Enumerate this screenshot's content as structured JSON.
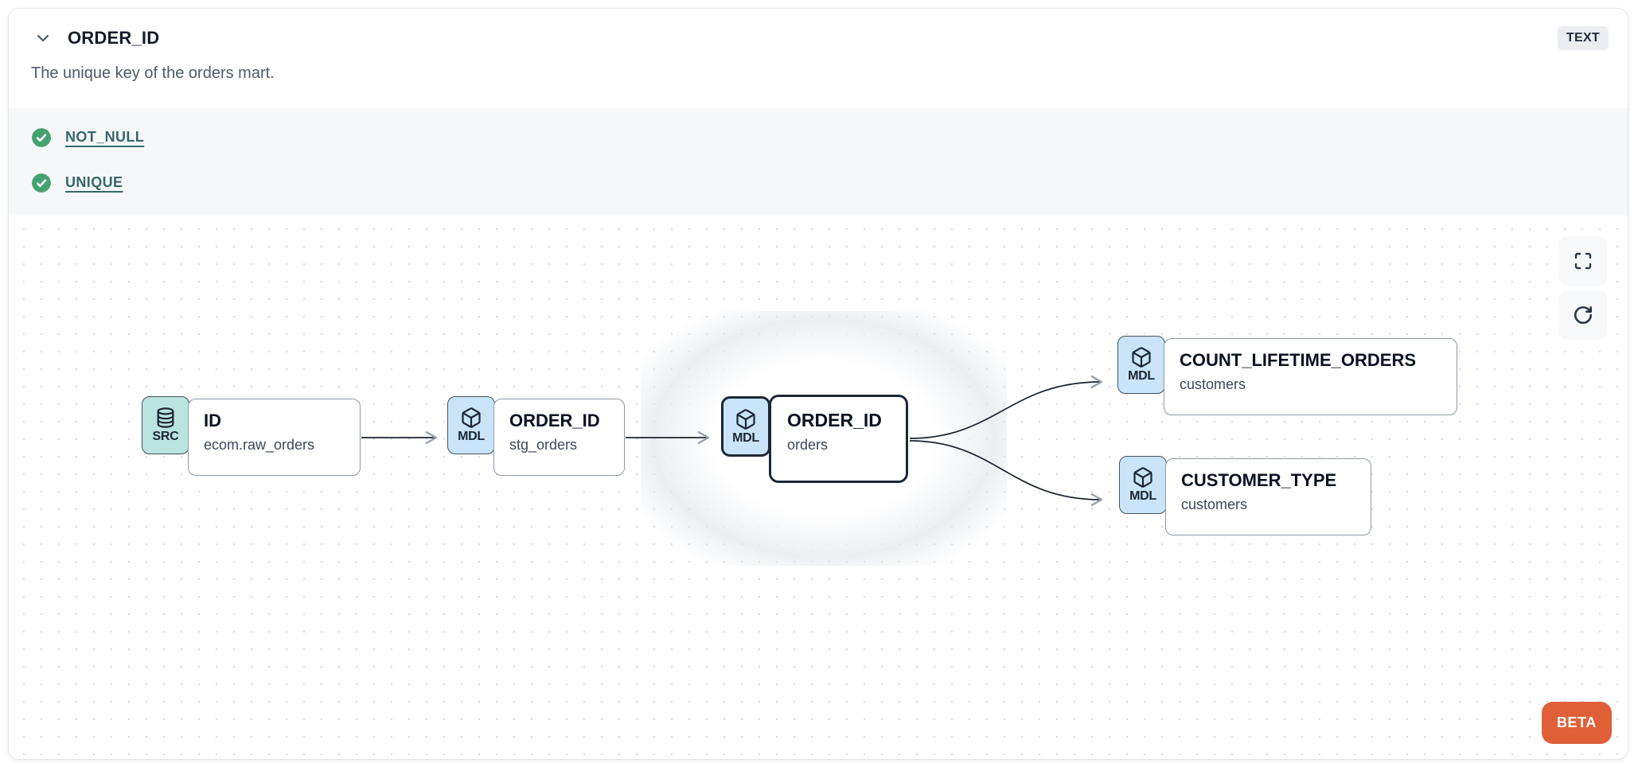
{
  "header": {
    "title": "ORDER_ID",
    "type_badge": "TEXT",
    "description": "The unique key of the orders mart."
  },
  "tests": {
    "items": [
      {
        "label": "NOT_NULL",
        "status": "pass",
        "icon": "check-circle-icon"
      },
      {
        "label": "UNIQUE",
        "status": "pass",
        "icon": "check-circle-icon"
      }
    ]
  },
  "lineage": {
    "beta_label": "BETA",
    "nodes": [
      {
        "id": "source",
        "badge": "SRC",
        "icon": "database-icon",
        "title": "ID",
        "subtitle": "ecom.raw_orders",
        "selected": false
      },
      {
        "id": "stg_orders",
        "badge": "MDL",
        "icon": "cube-icon",
        "title": "ORDER_ID",
        "subtitle": "stg_orders",
        "selected": false
      },
      {
        "id": "orders",
        "badge": "MDL",
        "icon": "cube-icon",
        "title": "ORDER_ID",
        "subtitle": "orders",
        "selected": true
      },
      {
        "id": "count_lifetime_orders",
        "badge": "MDL",
        "icon": "cube-icon",
        "title": "COUNT_LIFETIME_ORDERS",
        "subtitle": "customers",
        "selected": false
      },
      {
        "id": "customer_type",
        "badge": "MDL",
        "icon": "cube-icon",
        "title": "CUSTOMER_TYPE",
        "subtitle": "customers",
        "selected": false
      }
    ],
    "edges": [
      {
        "from": "source",
        "to": "stg_orders"
      },
      {
        "from": "stg_orders",
        "to": "orders"
      },
      {
        "from": "orders",
        "to": "count_lifetime_orders"
      },
      {
        "from": "orders",
        "to": "customer_type"
      }
    ],
    "controls": [
      "fullscreen",
      "refresh"
    ]
  },
  "colors": {
    "test_pass_green": "#44a271",
    "link_teal": "#356868",
    "src_badge_bg": "#b9e5de",
    "mdl_badge_bg": "#c9e4f8",
    "selected_border": "#1d2736",
    "beta_orange": "#df6037"
  }
}
